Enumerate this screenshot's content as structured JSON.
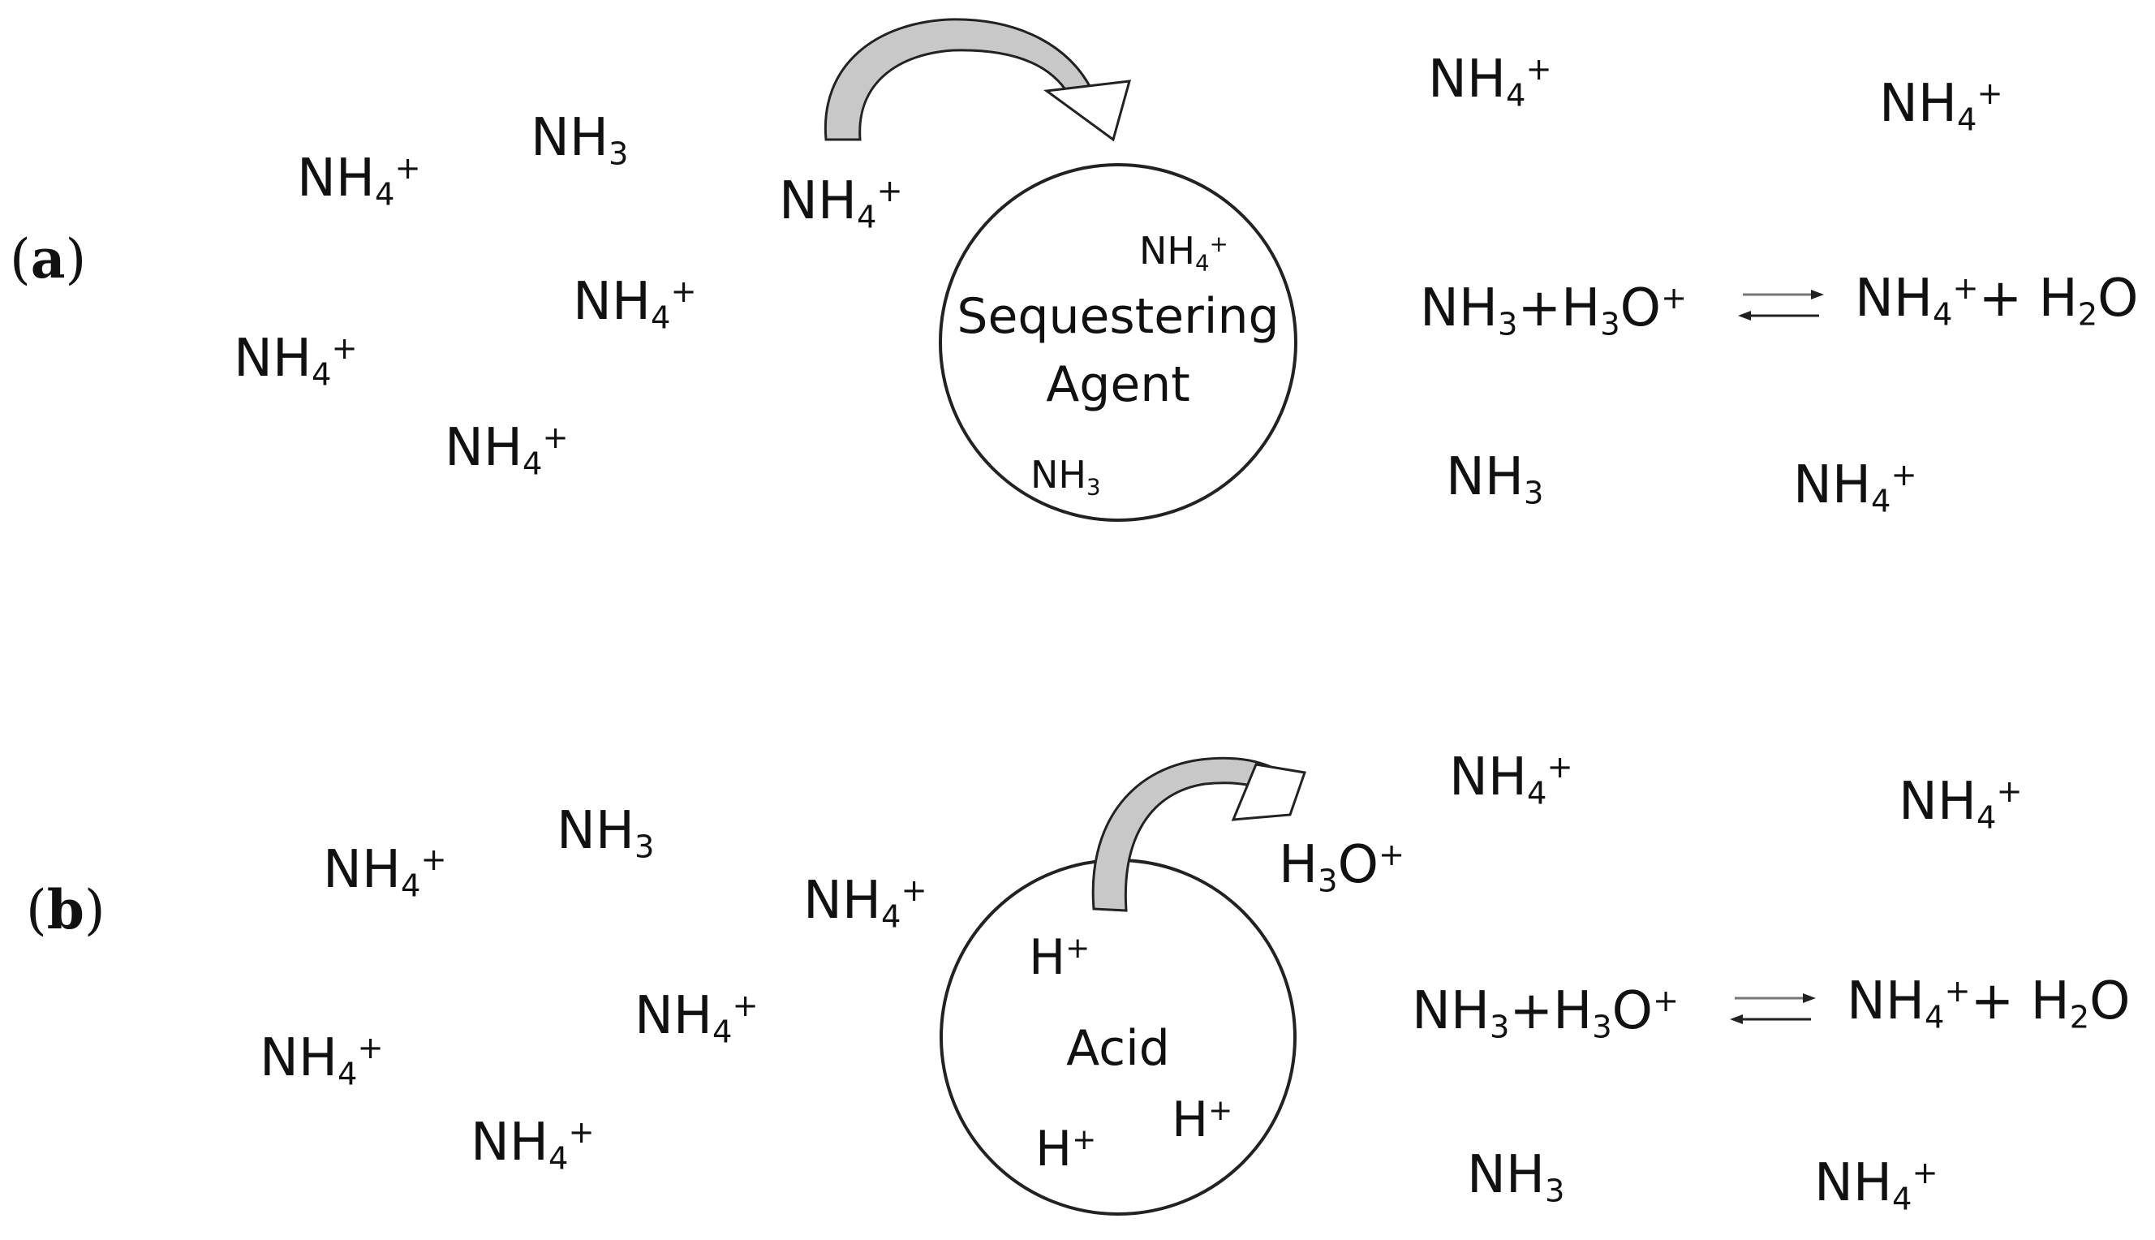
{
  "panel_a": {
    "label": "a",
    "paren_open": "(",
    "paren_close": ")",
    "circle_text_line1": "Sequestering",
    "circle_text_line2": "Agent",
    "arrow": "gray-curved-arrow-into-circle",
    "equilibrium": "NH3+H3O+ ⇄ NH4++ H2O"
  },
  "panel_b": {
    "label": "b",
    "paren_open": "(",
    "paren_close": ")",
    "circle_text": "Acid",
    "arrow": "gray-curved-arrow-out-of-circle",
    "equilibrium": "NH3+H3O+ ⇄ NH4++ H2O"
  },
  "species": {
    "nh4": {
      "base": "NH",
      "sub": "4",
      "sup": "+"
    },
    "nh3": {
      "base": "NH",
      "sub": "3"
    },
    "h3o": {
      "base": "H",
      "sub": "3",
      "base2": "O",
      "sup": "+"
    },
    "h": {
      "base": "H",
      "sup": "+"
    },
    "h2o": {
      "base": "H",
      "sub": "2",
      "base2": "O"
    },
    "plus": "+"
  },
  "colors": {
    "text": "#111111",
    "arrow_fill": "#c8c8c8",
    "outline": "#222222"
  }
}
